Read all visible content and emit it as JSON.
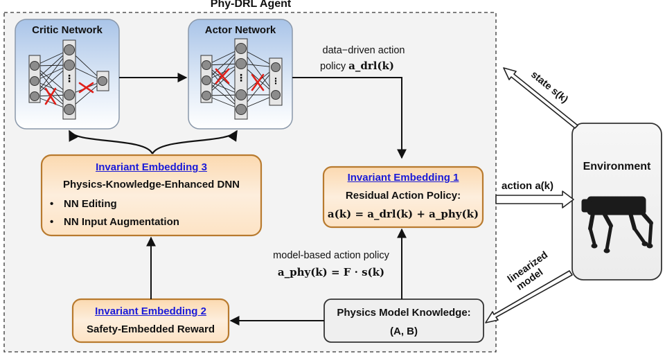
{
  "agent": {
    "title": "Phy-DRL Agent"
  },
  "critic": {
    "title": "Critic Network"
  },
  "actor": {
    "title": "Actor Network"
  },
  "ie3": {
    "title": "Invariant Embedding 3",
    "subtitle": "Physics-Knowledge-Enhanced DNN",
    "bullets": [
      "NN Editing",
      "NN Input Augmentation"
    ]
  },
  "ie1": {
    "title": "Invariant Embedding 1",
    "subtitle": "Residual Action Policy:",
    "equation": "a(k) = a_drl(k) + a_phy(k)"
  },
  "ie2": {
    "title": "Invariant Embedding 2",
    "subtitle": "Safety-Embedded Reward"
  },
  "physics": {
    "title": "Physics Model Knowledge:",
    "matrices": "(A, B)"
  },
  "environment": {
    "title": "Environment",
    "image_icon": "quadruped-robot-icon"
  },
  "labels": {
    "drl_policy_line1": "data−driven action",
    "drl_policy_line2": "policy",
    "drl_symbol": "a_drl(k)",
    "model_policy_line1": "model-based action policy",
    "model_policy_eq": "a_phy(k) = F · s(k)",
    "state": "state s(k)",
    "action": "action a(k)",
    "linearized_line1": "linearized",
    "linearized_line2": "model"
  },
  "colors": {
    "ie_fill": "#fde6cc",
    "ie_border": "#b87a2e",
    "net_fill": "#c8daf0",
    "panel_fill": "#f2f2f2",
    "link_blue": "#1a1ad8",
    "cut_red": "#e0201a"
  }
}
